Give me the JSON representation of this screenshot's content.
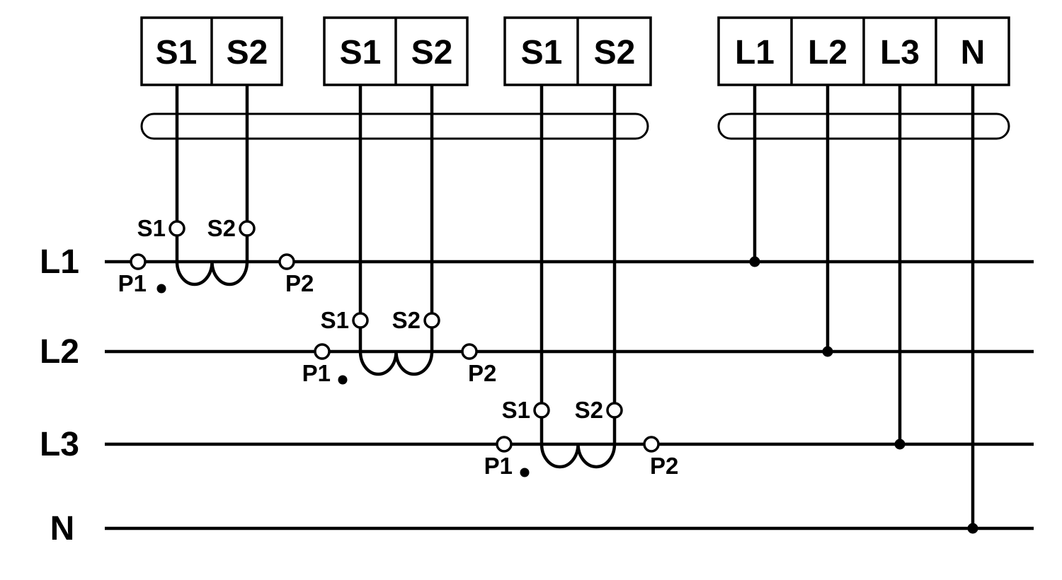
{
  "diagram": {
    "colors": {
      "line": "#000000",
      "background": "#ffffff"
    },
    "terminal_groups": [
      {
        "name": "ct1-secondary-terminals",
        "cells": [
          "S1",
          "S2"
        ]
      },
      {
        "name": "ct2-secondary-terminals",
        "cells": [
          "S1",
          "S2"
        ]
      },
      {
        "name": "ct3-secondary-terminals",
        "cells": [
          "S1",
          "S2"
        ]
      },
      {
        "name": "voltage-terminals",
        "cells": [
          "L1",
          "L2",
          "L3",
          "N"
        ]
      }
    ],
    "phase_rows": [
      {
        "label": "L1"
      },
      {
        "label": "L2"
      },
      {
        "label": "L3"
      },
      {
        "label": "N"
      }
    ],
    "cts": [
      {
        "phase": "L1",
        "s1": "S1",
        "s2": "S2",
        "p1": "P1",
        "p2": "P2"
      },
      {
        "phase": "L2",
        "s1": "S1",
        "s2": "S2",
        "p1": "P1",
        "p2": "P2"
      },
      {
        "phase": "L3",
        "s1": "S1",
        "s2": "S2",
        "p1": "P1",
        "p2": "P2"
      }
    ]
  }
}
